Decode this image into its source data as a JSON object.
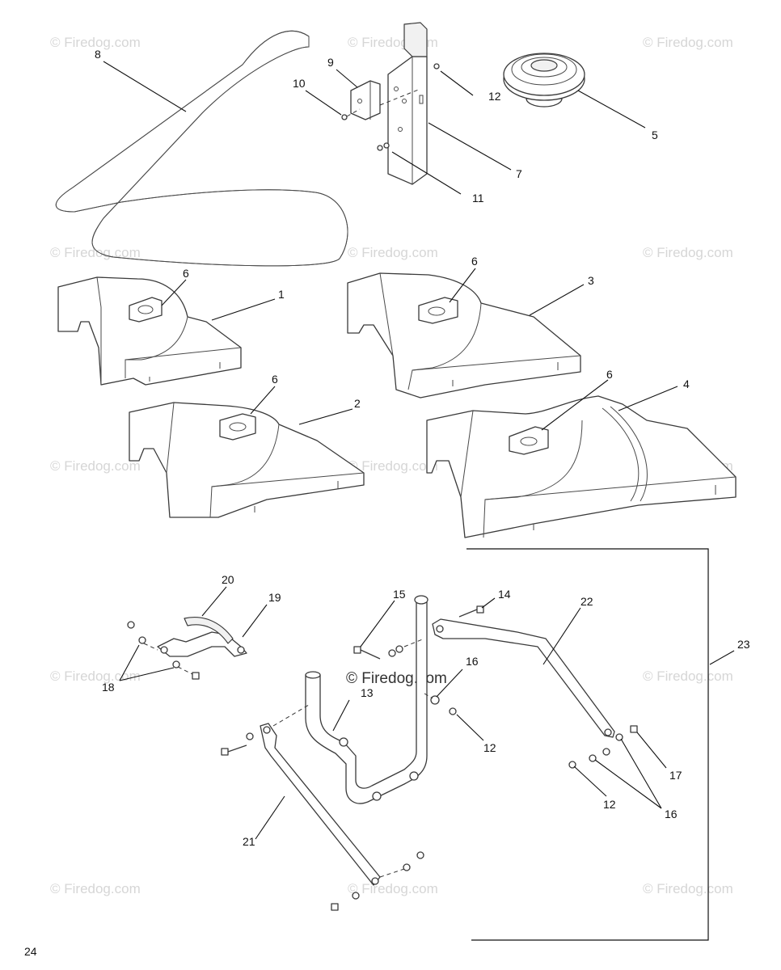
{
  "page_number": "24",
  "watermark": "© Firedog.com",
  "callouts": {
    "c1": "1",
    "c2": "2",
    "c3": "3",
    "c4": "4",
    "c5": "5",
    "c6a": "6",
    "c6b": "6",
    "c6c": "6",
    "c6d": "6",
    "c7": "7",
    "c8": "8",
    "c9": "9",
    "c10": "10",
    "c11": "11",
    "c12a": "12",
    "c12b": "12",
    "c12c": "12",
    "c13": "13",
    "c14": "14",
    "c15": "15",
    "c16a": "16",
    "c16b": "16",
    "c17": "17",
    "c18": "18",
    "c19": "19",
    "c20": "20",
    "c21": "21",
    "c22": "22",
    "c23": "23"
  },
  "icons": {
    "belt": "v-belt-icon",
    "pulley": "pulley-icon",
    "bracket": "mounting-bracket-icon",
    "guard": "belt-guard-icon",
    "tube": "bent-tube-icon",
    "rod": "linkage-rod-icon"
  }
}
